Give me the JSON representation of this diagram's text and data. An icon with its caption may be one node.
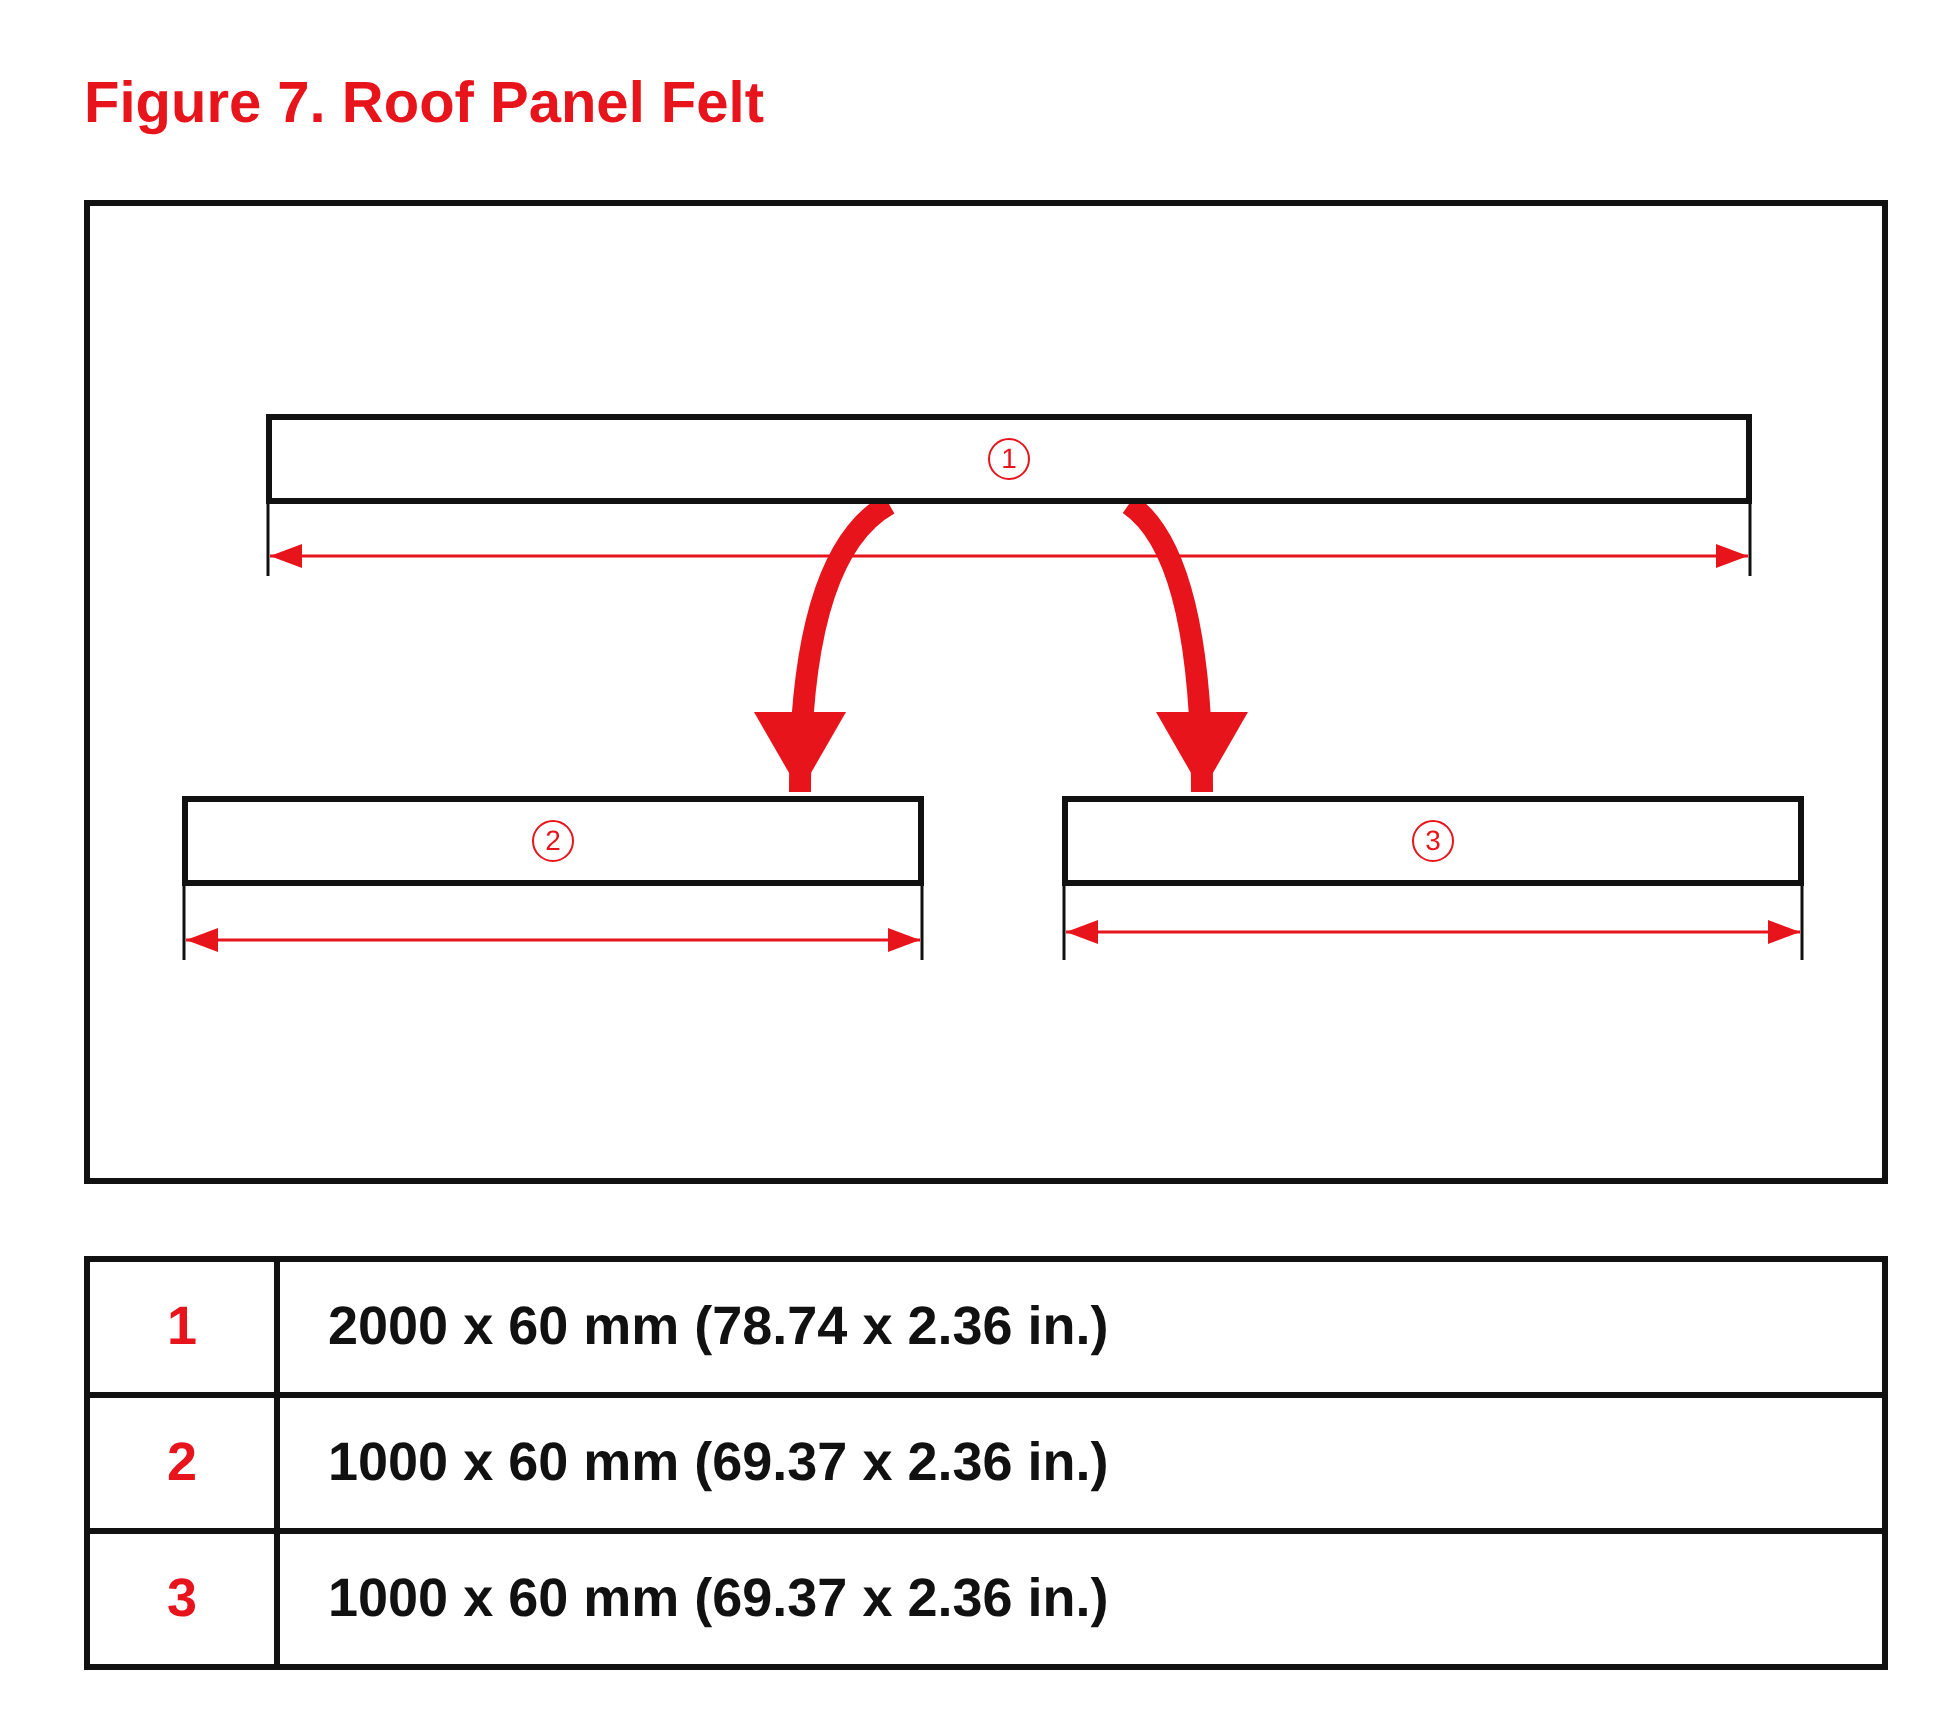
{
  "diagram": {
    "title": "Figure 7. Roof Panel Felt",
    "nodes": [
      {
        "text": [
          "1"
        ]
      },
      {
        "text": [
          "2"
        ]
      },
      {
        "text": [
          "3"
        ]
      }
    ],
    "edges": [
      {
        "from": 0,
        "to": 1,
        "arrow": "to"
      },
      {
        "from": 0,
        "to": 2,
        "arrow": "to"
      }
    ],
    "labels": [
      "1",
      "2000 x 60 mm (78.74 x 2.36 in.)",
      "2",
      "1000 x 60 mm (69.37 x 2.36 in.)",
      "3",
      "1000 x 60 mm (69.37 x 2.36 in.)"
    ]
  }
}
